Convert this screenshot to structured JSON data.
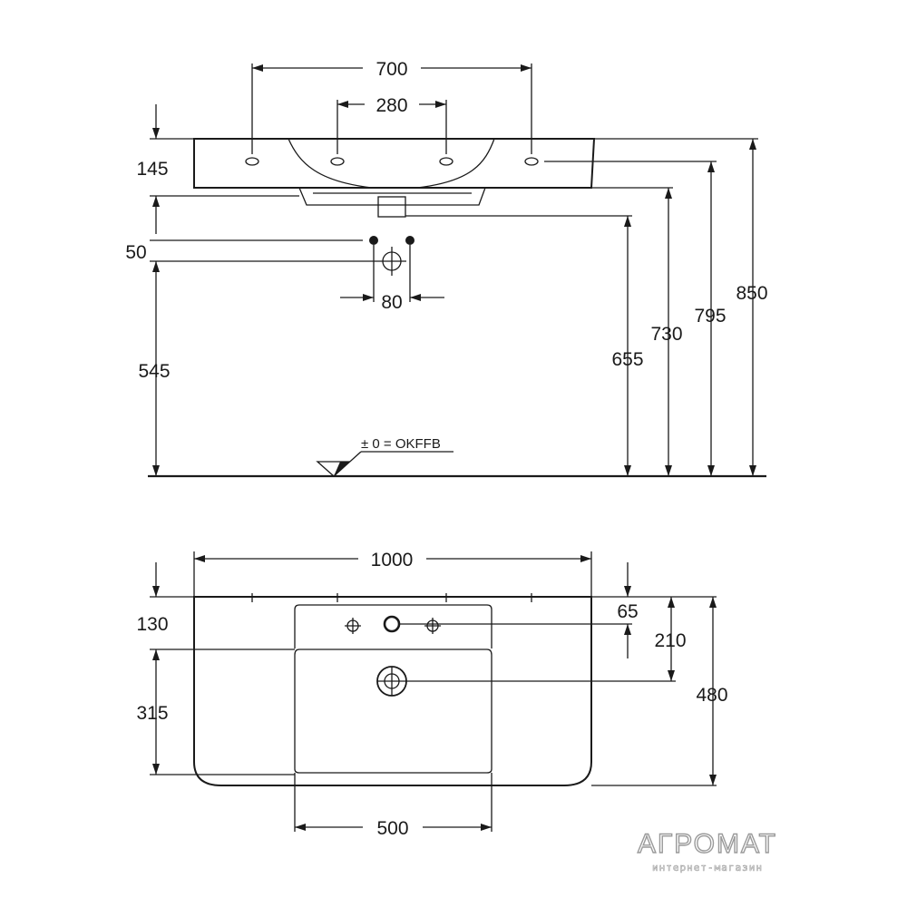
{
  "side_view": {
    "dims": {
      "width_holes": "700",
      "tap_spacing": "280",
      "basin_height": "145",
      "waste_offset": "50",
      "waste_spacing": "80",
      "waste_height": "545",
      "h_655": "655",
      "h_730": "730",
      "h_795": "795",
      "h_850": "850"
    },
    "floor_label": "± 0 = OKFFB"
  },
  "top_view": {
    "dims": {
      "total_width": "1000",
      "back_rim": "130",
      "bowl_depth": "315",
      "tap_offset": "65",
      "waste_offset": "210",
      "total_depth": "480",
      "bowl_width": "500"
    }
  },
  "watermark": {
    "brand": "АГРОМАТ",
    "subtitle": "интернет-магазин"
  }
}
